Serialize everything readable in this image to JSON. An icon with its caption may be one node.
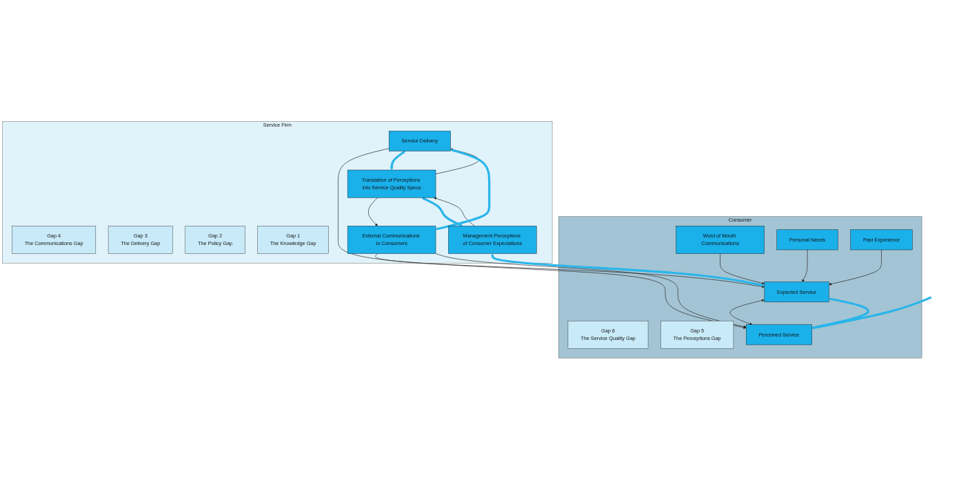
{
  "diagram": {
    "nodes": [
      {
        "text": [
          "Consumer"
        ]
      },
      {
        "text": [
          "Word of Mouth Communications"
        ],
        "in": 0
      },
      {
        "text": [
          "Personal Needs"
        ],
        "in": 0
      },
      {
        "text": [
          "Past Experience"
        ],
        "in": 0
      },
      {
        "text": [
          "Expected Service"
        ],
        "in": 0
      },
      {
        "text": [
          "Gap 6",
          "The Service Quality Gap"
        ],
        "in": 0
      },
      {
        "text": [
          "Perceived Service"
        ],
        "in": 0
      },
      {
        "text": [
          "Gap 5",
          "The Perceptions Gap"
        ],
        "in": 0
      },
      {
        "text": [
          "Service Firm"
        ]
      },
      {
        "text": [
          "Service Delivery"
        ],
        "in": 8
      },
      {
        "text": [
          "Gap 4",
          "The Communications Gap"
        ],
        "in": 8
      },
      {
        "text": [
          "External Communications to Consumers"
        ],
        "in": 8
      },
      {
        "text": [
          "Gap 3",
          "The Delivery Gap"
        ],
        "in": 8
      },
      {
        "text": [
          "Translation of Perceptions into Service Quality Specs"
        ],
        "in": 8
      },
      {
        "text": [
          "Gap 2",
          "The Policy Gap"
        ],
        "in": 8
      },
      {
        "text": [
          "Management Perceptions of Consumer Expectations"
        ],
        "in": 8
      },
      {
        "text": [
          "Gap 1",
          "The Knowledge Gap"
        ],
        "in": 8
      }
    ],
    "edges": [
      {
        "from": 1,
        "to": 4,
        "arrow": "to"
      },
      {
        "from": 2,
        "to": 4,
        "arrow": "to"
      },
      {
        "from": 3,
        "to": 4,
        "arrow": "to"
      },
      {
        "from": 4,
        "to": 6,
        "arrow": "both"
      },
      {
        "from": 11,
        "to": 4,
        "arrow": "to"
      },
      {
        "from": 11,
        "to": 6,
        "arrow": "to"
      },
      {
        "from": 9,
        "to": 6,
        "arrow": "to"
      },
      {
        "from": 13,
        "to": 9,
        "arrow": "to"
      },
      {
        "from": 15,
        "to": 13,
        "arrow": "to"
      },
      {
        "from": 13,
        "to": 11,
        "arrow": "to"
      },
      {
        "from": 4,
        "to": 6,
        "arrow": "both",
        "style": "thick",
        "color": "#29b5ea"
      },
      {
        "from": null,
        "to": 6,
        "arrow": "to",
        "style": "thick",
        "color": "#29b5ea"
      },
      {
        "from": 9,
        "to": 13,
        "arrow": "both",
        "style": "thick",
        "color": "#29b5ea"
      },
      {
        "from": 13,
        "to": 15,
        "arrow": "both",
        "style": "thick",
        "color": "#29b5ea"
      },
      {
        "from": 9,
        "to": 11,
        "arrow": "both",
        "style": "thick",
        "color": "#29b5ea"
      },
      {
        "from": 15,
        "to": 4,
        "arrow": "both",
        "style": "thick",
        "color": "#29b5ea"
      }
    ]
  }
}
